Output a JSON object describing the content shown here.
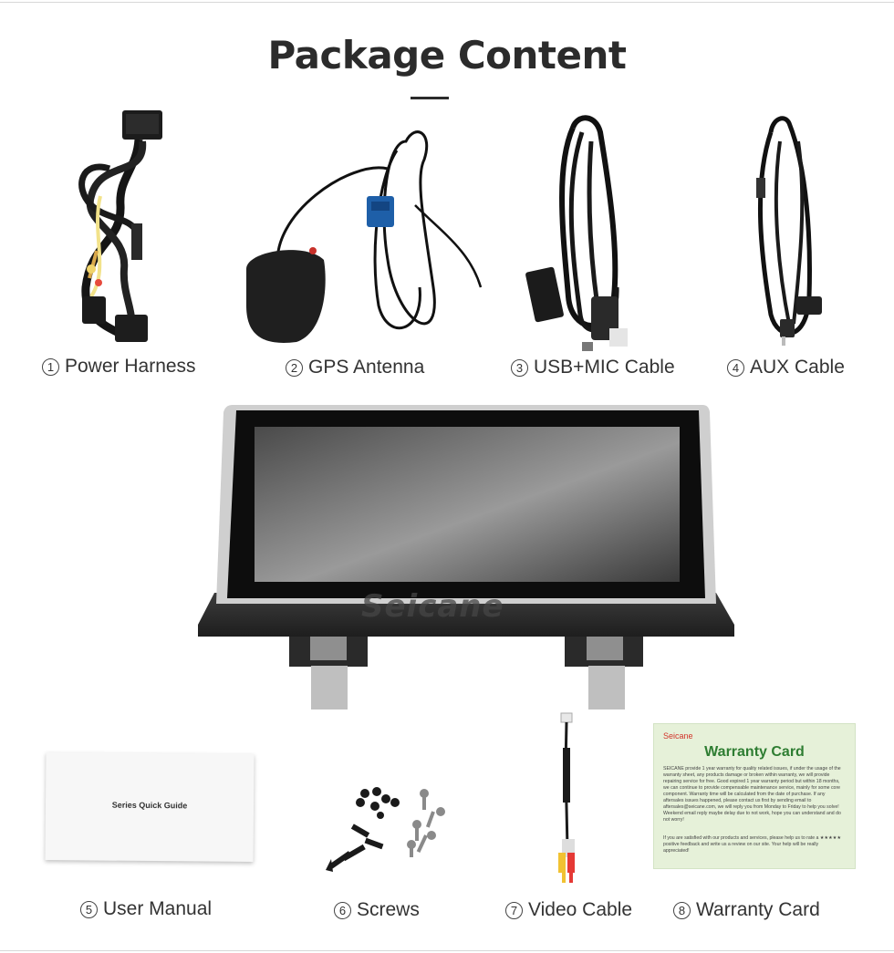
{
  "page": {
    "title": "Package Content"
  },
  "items": [
    {
      "num": "1",
      "label": "Power Harness"
    },
    {
      "num": "2",
      "label": "GPS Antenna"
    },
    {
      "num": "3",
      "label": "USB+MIC Cable"
    },
    {
      "num": "4",
      "label": "AUX Cable"
    },
    {
      "num": "5",
      "label": "User Manual"
    },
    {
      "num": "6",
      "label": "Screws"
    },
    {
      "num": "7",
      "label": "Video Cable"
    },
    {
      "num": "8",
      "label": "Warranty Card"
    }
  ],
  "head_unit": {
    "brand_watermark": "Seicane"
  },
  "user_manual": {
    "cover_text": "Series Quick Guide"
  },
  "warranty_card": {
    "brand": "Seicane",
    "title": "Warranty Card",
    "body": "SEICANE provide 1 year warranty for quality related issues, if under the usage of the warranty sheet, any products damage or broken within warranty, we will provide repairing service for free. Good expired 1 year warranty period but within 18 months, we can continue to provide compensable maintenance service, mainly for some core component. Warranty time will be calculated from the date of purchase. If any aftersales issues happened, please contact us first by sending email to aftersales@seicane.com, we will reply you from Monday to Friday to help you solve! Weekend email reply maybe delay due to not work, hope you can understand and do not worry!",
    "footer": "If you are satisfied with our products and services, please help us to rate a ★★★★★ positive feedback and write us a review on our site. Your help will be really appreciated!"
  },
  "colors": {
    "title": "#2b2b2b",
    "caption": "#333333",
    "warranty_bg": "#e6f1d9",
    "warranty_title": "#2e7d32",
    "warranty_brand": "#d2332a"
  },
  "icons": [
    "power-harness-image",
    "gps-antenna-image",
    "usb-mic-cable-image",
    "aux-cable-image",
    "head-unit-image",
    "user-manual-image",
    "screws-image",
    "video-cable-image",
    "warranty-card-image"
  ]
}
